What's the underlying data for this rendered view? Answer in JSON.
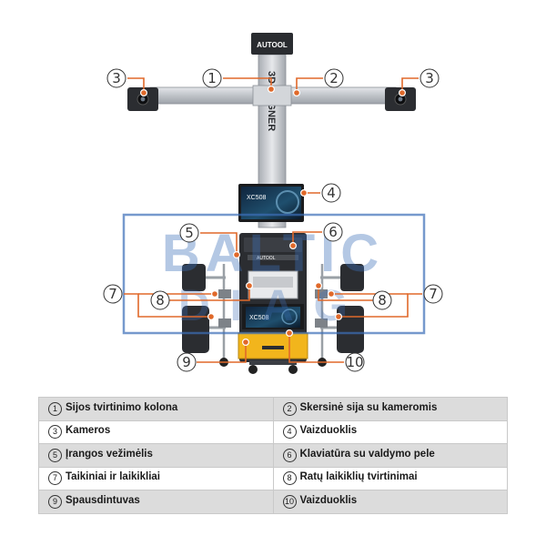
{
  "brand": "AUTOOL",
  "column_text": "3D ALIGNER",
  "screen_model": "XC508",
  "watermark": [
    "BALTIC",
    "DIAG"
  ],
  "callout_numbers": [
    "1",
    "2",
    "3",
    "4",
    "5",
    "6",
    "7",
    "8",
    "9",
    "10"
  ],
  "legend": [
    [
      {
        "num": "1",
        "label": "Sijos tvirtinimo kolona"
      },
      {
        "num": "2",
        "label": "Skersinė sija su kameromis"
      }
    ],
    [
      {
        "num": "3",
        "label": "Kameros"
      },
      {
        "num": "4",
        "label": "Vaizduoklis"
      }
    ],
    [
      {
        "num": "5",
        "label": "Įrangos vežimėlis"
      },
      {
        "num": "6",
        "label": "Klaviatūra su valdymo pele"
      }
    ],
    [
      {
        "num": "7",
        "label": "Taikiniai ir laikikliai"
      },
      {
        "num": "8",
        "label": "Ratų laikiklių tvirtinimai"
      }
    ],
    [
      {
        "num": "9",
        "label": "Spausdintuvas"
      },
      {
        "num": "10",
        "label": "Vaizduoklis"
      }
    ]
  ],
  "colors": {
    "accent": "#e0692a",
    "watermark": "#3d6fb8",
    "legend_shade": "#dcdcdc",
    "rail": "#c4c7cc",
    "cabinet": "#2b2d31"
  }
}
